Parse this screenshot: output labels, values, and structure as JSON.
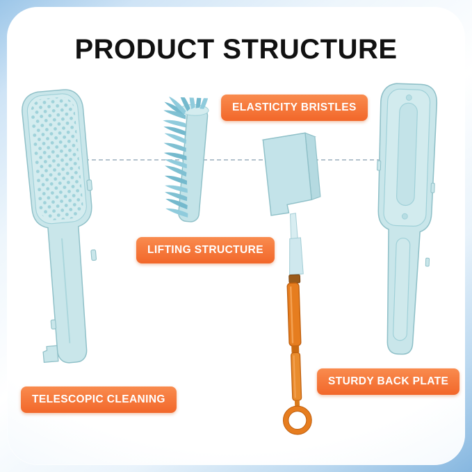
{
  "title": "PRODUCT STRUCTURE",
  "callouts": {
    "elasticity_bristles": "ELASTICITY BRISTLES",
    "lifting_structure": "LIFTING STRUCTURE",
    "telescopic_cleaning": "TELESCOPIC CLEANING",
    "sturdy_back_plate": "STURDY BACK PLATE"
  },
  "parts": [
    {
      "name": "brush-body-illustration",
      "callout": "TELESCOPIC CLEANING"
    },
    {
      "name": "bristle-pad-illustration",
      "callout": "LIFTING STRUCTURE"
    },
    {
      "name": "telescopic-rod-illustration",
      "callout": "ELASTICITY BRISTLES"
    },
    {
      "name": "back-plate-illustration",
      "callout": "STURDY BACK PLATE"
    }
  ],
  "colors": {
    "title_text": "#111111",
    "callout_bg_top": "#F98B4E",
    "callout_bg_bottom": "#F2672A",
    "callout_text": "#FFFFFF",
    "product_teal": "#C9E6EA",
    "product_teal_outline": "#8FC0C8",
    "bristle_teal": "#7FC0D2",
    "rod_orange": "#E67D1F",
    "joint_brown": "#9A5A1A",
    "background_blue": "#BCD9F0",
    "connector_dash_gray": "#B3C2CD"
  }
}
